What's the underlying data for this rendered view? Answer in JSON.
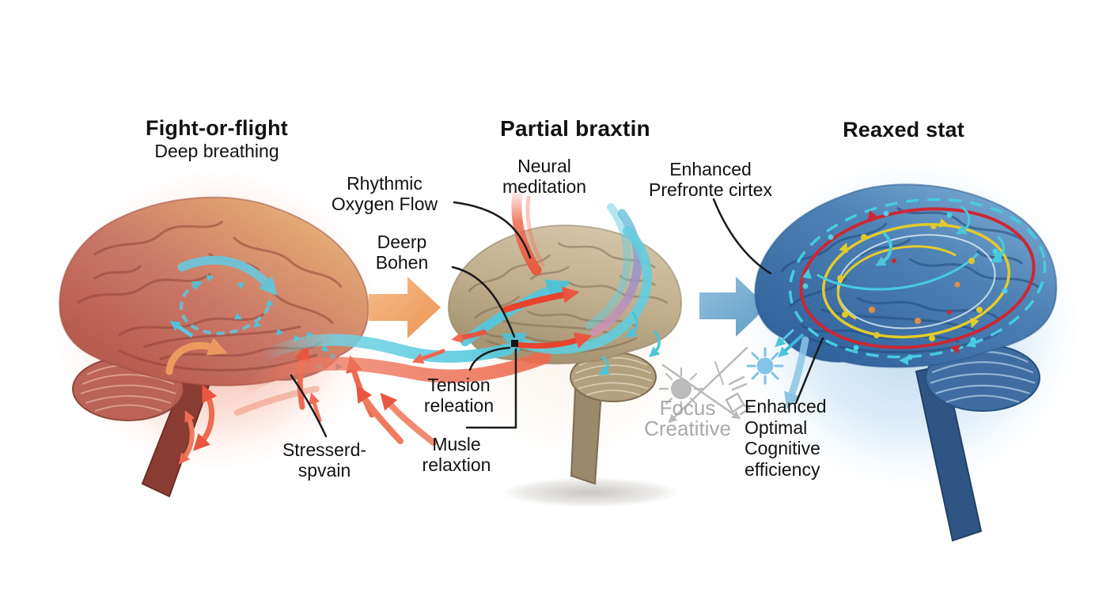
{
  "diagram": {
    "stage1": {
      "title": "Fight-or-flight",
      "subtitle": "Deep breathing"
    },
    "stage2": {
      "title": "Partial braxtin"
    },
    "stage3": {
      "title": "Reaxed stat"
    },
    "callouts": {
      "rhythmic": {
        "l1": "Rhythmic",
        "l2": "Oxygen Flow"
      },
      "deep": {
        "l1": "Deerp",
        "l2": "Bohen"
      },
      "neural": {
        "l1": "Neural",
        "l2": "meditation"
      },
      "prefrontal": {
        "l1": "Enhanced",
        "l2": "Prefronte cirtex"
      },
      "tension": {
        "l1": "Tension",
        "l2": "releation"
      },
      "muscle": {
        "l1": "Musle",
        "l2": "relaxtion"
      },
      "stressed": {
        "l1": "Stresserd-",
        "l2": "spvain"
      },
      "cognitive": {
        "l1": "Enhanced",
        "l2": "Optimal",
        "l3": "Cognitive",
        "l4": "efficiency"
      }
    },
    "watermark": {
      "l1": "Focus",
      "l2": "Creatitive"
    },
    "icons": {
      "stage_transition": "right-block-arrow",
      "relaxed_burst": "radiant-sun",
      "watermark_mark": "sun-and-crossed-arrows-sketch"
    },
    "colors": {
      "stress_brain": "#c4685a",
      "stress_glow": "#ef7860",
      "stress_arrow_red": "#e85540",
      "flow_cyan": "#54c8de",
      "transition_brain": "#c0ae8d",
      "transition_arrow_orange": "#ee9a56",
      "transition_arrow_blue": "#6fa9d2",
      "relaxed_brain": "#4a7cb0",
      "relaxed_glow": "#79b4de",
      "loop_red": "#cc2833",
      "loop_yellow": "#e3cb2b",
      "loop_cyan": "#47cbdf",
      "ribbon_purple": "#9a90cc",
      "label_text": "#121212",
      "watermark_text": "#a9a9a9"
    }
  }
}
